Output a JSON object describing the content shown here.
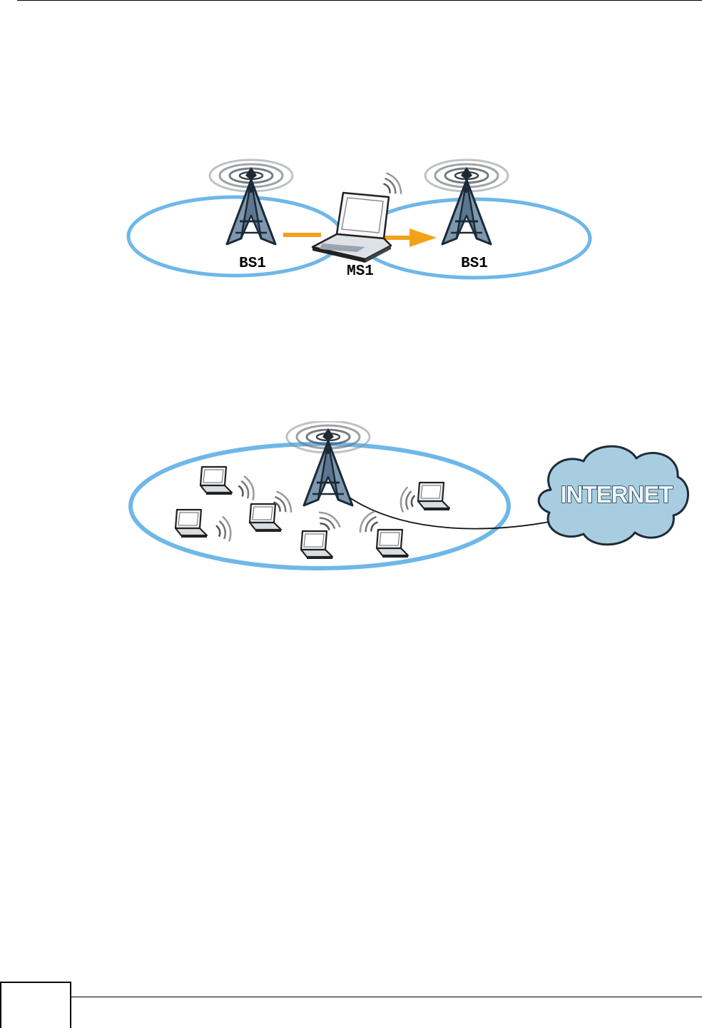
{
  "figures": {
    "handover": {
      "labels": {
        "base_station_left": "BS1",
        "mobile_station": "MS1",
        "base_station_right": "BS1"
      }
    },
    "network": {
      "cloud_label": "INTERNET"
    }
  },
  "icons": [
    "base-station-tower-icon",
    "laptop-icon",
    "wireless-signal-icon",
    "internet-cloud-icon",
    "arrow-icon"
  ],
  "colors": {
    "coverage_ring": "#6fb7e8",
    "tower": "#7e97ad",
    "arrow": "#f4a11a",
    "cloud": "#a9cde0"
  }
}
